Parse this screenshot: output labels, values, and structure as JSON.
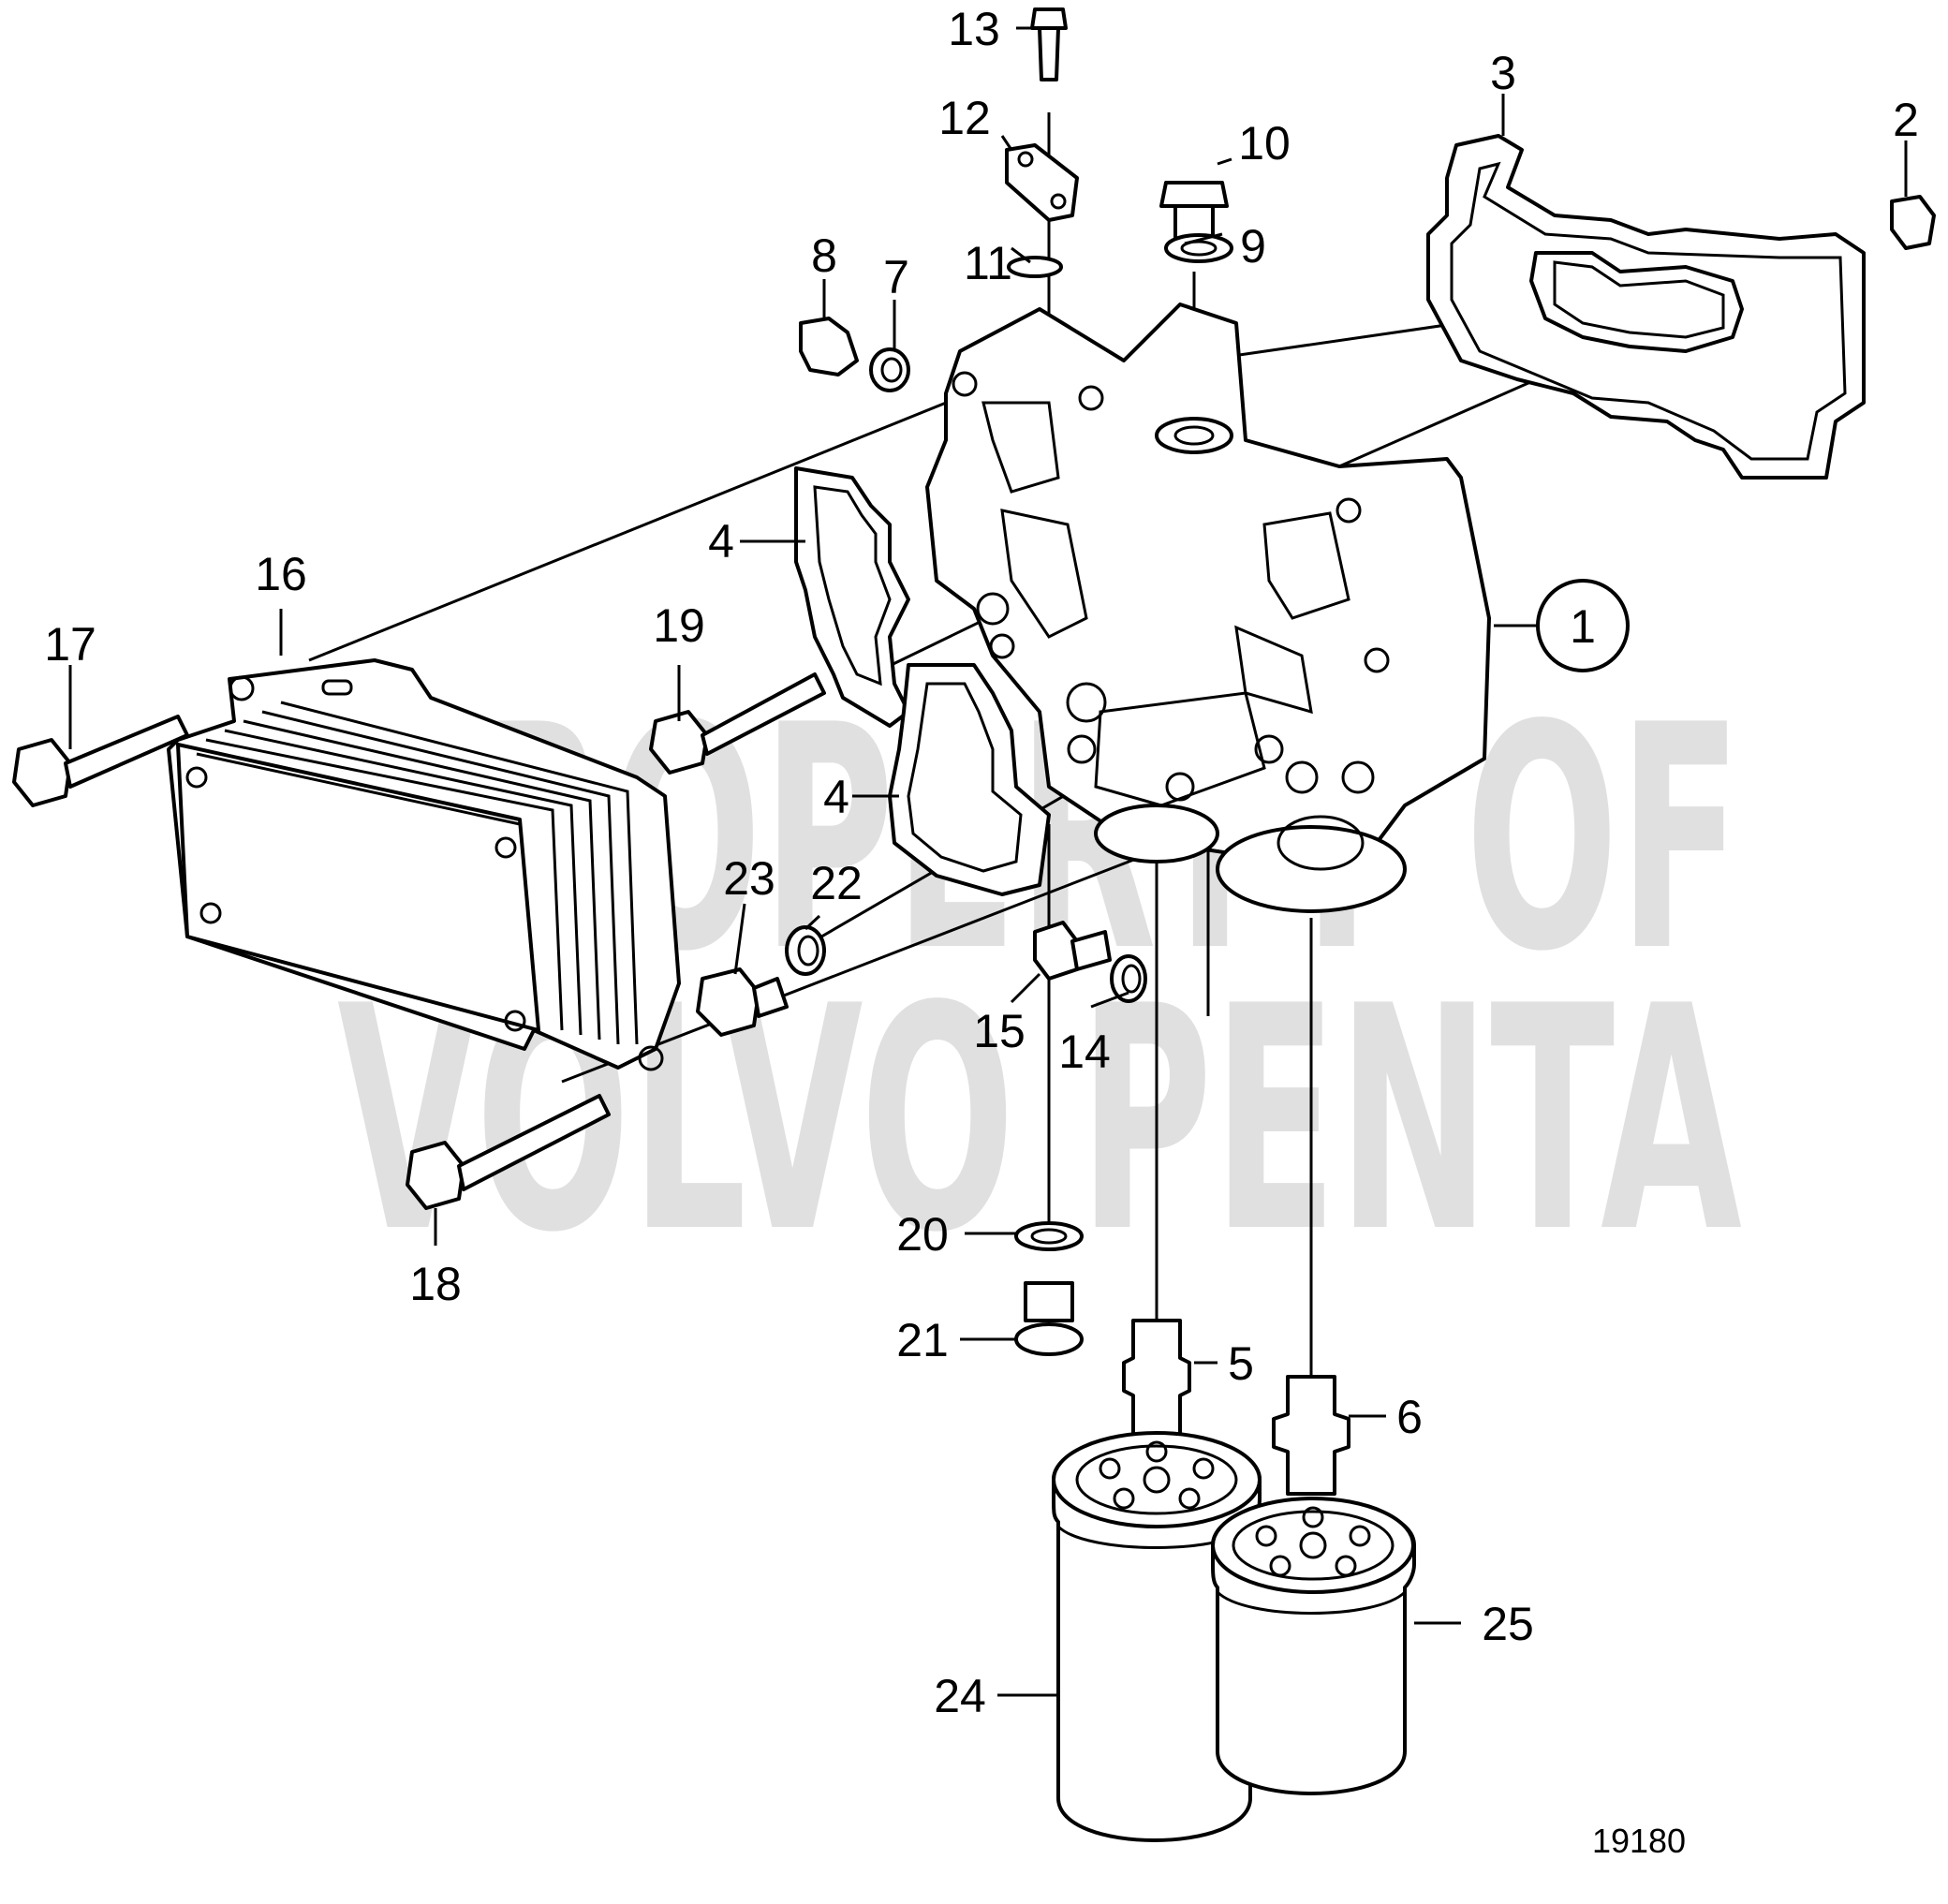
{
  "diagram": {
    "figure_number": "19180",
    "watermark": [
      "PROPERTY OF",
      "VOLVO PENTA"
    ],
    "callouts": [
      {
        "id": "1",
        "label": "1",
        "circled": true
      },
      {
        "id": "2",
        "label": "2"
      },
      {
        "id": "3",
        "label": "3"
      },
      {
        "id": "4a",
        "label": "4"
      },
      {
        "id": "4b",
        "label": "4"
      },
      {
        "id": "5",
        "label": "5"
      },
      {
        "id": "6",
        "label": "6"
      },
      {
        "id": "7",
        "label": "7"
      },
      {
        "id": "8",
        "label": "8"
      },
      {
        "id": "9",
        "label": "9"
      },
      {
        "id": "10",
        "label": "10"
      },
      {
        "id": "11",
        "label": "11"
      },
      {
        "id": "12",
        "label": "12"
      },
      {
        "id": "13",
        "label": "13"
      },
      {
        "id": "14",
        "label": "14"
      },
      {
        "id": "15",
        "label": "15"
      },
      {
        "id": "16",
        "label": "16"
      },
      {
        "id": "17",
        "label": "17"
      },
      {
        "id": "18",
        "label": "18"
      },
      {
        "id": "19",
        "label": "19"
      },
      {
        "id": "20",
        "label": "20"
      },
      {
        "id": "21",
        "label": "21"
      },
      {
        "id": "22",
        "label": "22"
      },
      {
        "id": "23",
        "label": "23"
      },
      {
        "id": "24",
        "label": "24"
      },
      {
        "id": "25",
        "label": "25"
      }
    ]
  }
}
